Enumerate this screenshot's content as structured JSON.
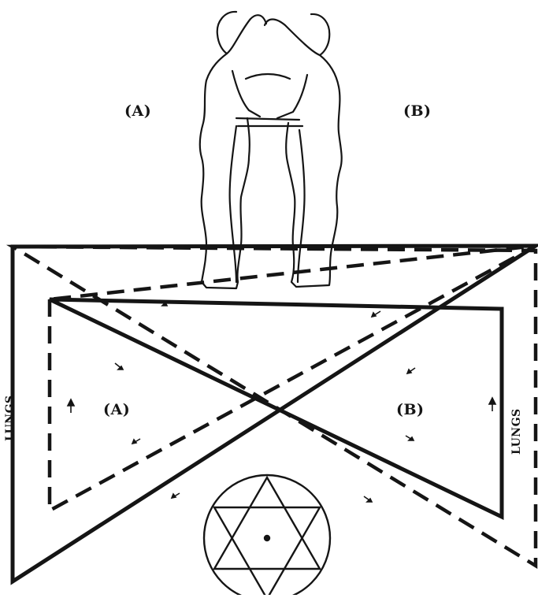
{
  "labels": {
    "top_a": "(A)",
    "top_b": "(B)",
    "mid_a": "(A)",
    "mid_b": "(B)",
    "lungs_left": "LUNGS",
    "lungs_right": "LUNGS"
  },
  "colors": {
    "ink": "#151515",
    "background": "#ffffff"
  }
}
